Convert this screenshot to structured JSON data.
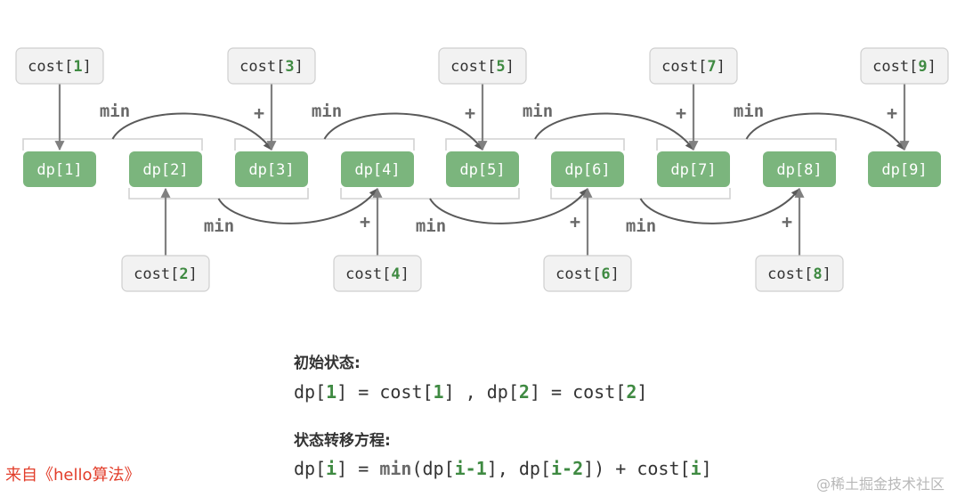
{
  "diagram": {
    "cost_word": "cost",
    "dp_word": "dp",
    "min_label": "min",
    "plus_label": "+",
    "indices": [
      "1",
      "2",
      "3",
      "4",
      "5",
      "6",
      "7",
      "8",
      "9"
    ]
  },
  "formulas": {
    "init_heading": "初始状态:",
    "init": [
      {
        "t": "dp["
      },
      {
        "t": "1",
        "g": true
      },
      {
        "t": "] = cost["
      },
      {
        "t": "1",
        "g": true
      },
      {
        "t": "] , dp["
      },
      {
        "t": "2",
        "g": true
      },
      {
        "t": "] = cost["
      },
      {
        "t": "2",
        "g": true
      },
      {
        "t": "]"
      }
    ],
    "transition_heading": "状态转移方程:",
    "transition": [
      {
        "t": "dp["
      },
      {
        "t": "i",
        "g": true
      },
      {
        "t": "] = "
      },
      {
        "t": "min",
        "fn": true
      },
      {
        "t": "(dp["
      },
      {
        "t": "i-1",
        "g": true
      },
      {
        "t": "], dp["
      },
      {
        "t": "i-2",
        "g": true
      },
      {
        "t": "]) + cost["
      },
      {
        "t": "i",
        "g": true
      },
      {
        "t": "]"
      }
    ]
  },
  "source_note": "来自《hello算法》",
  "watermark": "@稀土掘金技术社区"
}
